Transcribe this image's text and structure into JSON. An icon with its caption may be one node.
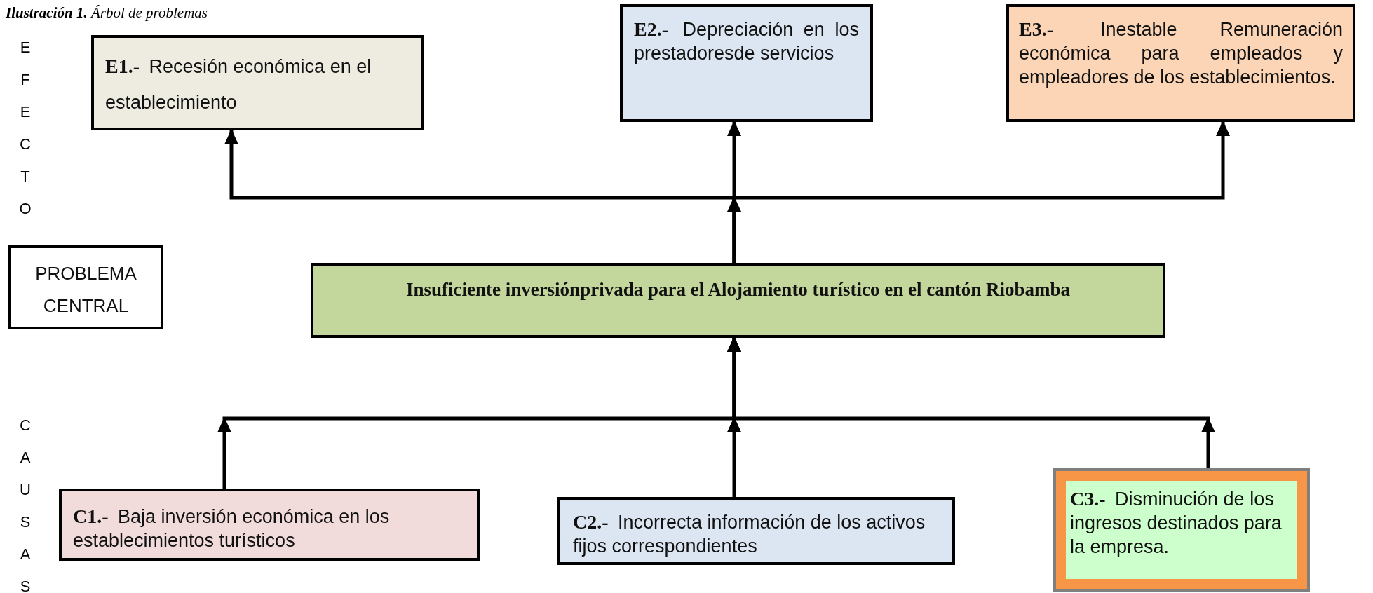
{
  "diagram": {
    "title": "**Ilustración 1.** Árbol de problemas",
    "nodes": [
      {
        "text": [
          "**E1.-** Recesión económica en el establecimiento"
        ]
      },
      {
        "text": [
          "**E2.-** Depreciación en los prestadoresde servicios"
        ]
      },
      {
        "text": [
          "**E3.-** Inestable Remuneración económica para empleados y empleadores de los establecimientos."
        ]
      },
      {
        "text": [
          "PROBLEMA CENTRAL"
        ]
      },
      {
        "text": [
          "Insuficiente inversiónprivada para el Alojamiento turístico en el cantón Riobamba"
        ]
      },
      {
        "text": [
          "**C1.-** Baja inversión económica en los establecimientos turísticos"
        ]
      },
      {
        "text": [
          "**C2.-** Incorrecta información de los activos fijos correspondientes"
        ]
      },
      {
        "text": [
          "**C3.-** Disminución de los ingresos destinados para la empresa."
        ]
      }
    ],
    "edges": [
      {
        "from": 4,
        "to": 0,
        "arrow": "to"
      },
      {
        "from": 4,
        "to": 1,
        "arrow": "to"
      },
      {
        "from": 4,
        "to": 2,
        "arrow": "to"
      },
      {
        "from": 5,
        "to": 4,
        "arrow": "to"
      },
      {
        "from": 6,
        "to": 4,
        "arrow": "to"
      },
      {
        "from": 7,
        "to": 4,
        "arrow": "to"
      }
    ],
    "labels": [
      "EFECTO",
      "CAUSAS"
    ]
  }
}
